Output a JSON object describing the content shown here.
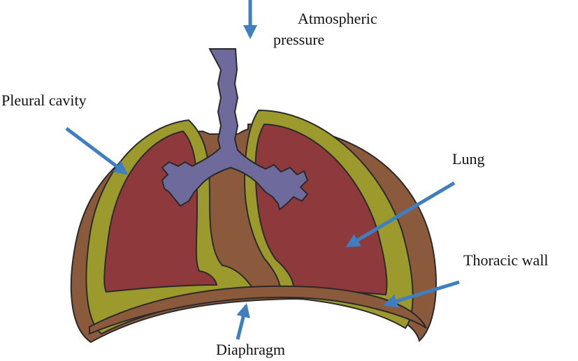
{
  "labels": {
    "atmospheric_line1": "Atmospheric",
    "atmospheric_line2": "pressure",
    "pleural_cavity": "Pleural cavity",
    "lung": "Lung",
    "thoracic_wall": "Thoracic wall",
    "diaphragm": "Diaphragm"
  },
  "colors": {
    "thoracic_wall": "#8b5a3c",
    "pleural_cavity": "#9c9a2c",
    "lung": "#8e3a3d",
    "airway": "#6e6a9c",
    "arrow": "#3f7fc0",
    "outline": "#2a2a2a"
  }
}
